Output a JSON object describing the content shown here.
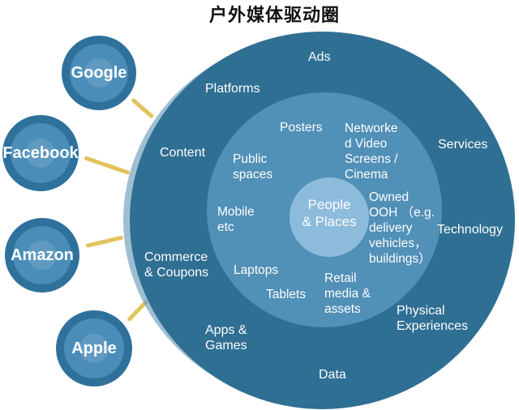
{
  "title": "户外媒体驱动圈",
  "colors": {
    "outer_circle": "#2f6f93",
    "middle_ring": "#5190b7",
    "center_circle": "#8dbbdb",
    "satellite_outer": "#2e719b",
    "satellite_inner": "#4a8db9",
    "connector_line": "#e3c35c",
    "label_text": "#ffffff",
    "title_text": "#111111"
  },
  "satellites": [
    {
      "label": "Google"
    },
    {
      "label": "Facebook"
    },
    {
      "label": "Amazon"
    },
    {
      "label": "Apple"
    }
  ],
  "rings": {
    "outer": {
      "ads": "Ads",
      "platforms": "Platforms",
      "content": "Content",
      "services": "Services",
      "technology": "Technology",
      "commerce_coupons": "Commerce\n& Coupons",
      "apps_games": "Apps &\nGames",
      "data": "Data",
      "physical_experiences": "Physical\nExperiences"
    },
    "middle": {
      "posters": "Posters",
      "networked_video": "Networke\nd Video\nScreens /\nCinema",
      "public_spaces": "Public\nspaces",
      "mobile": "Mobile\netc",
      "laptops": "Laptops",
      "tablets": "Tablets",
      "retail_media": "Retail\nmedia &\nassets",
      "owned_ooh": "Owned\nOOH （e.g.\ndelivery\nvehicles，\nbuildings）"
    },
    "center": {
      "people_places": "People\n& Places"
    }
  }
}
